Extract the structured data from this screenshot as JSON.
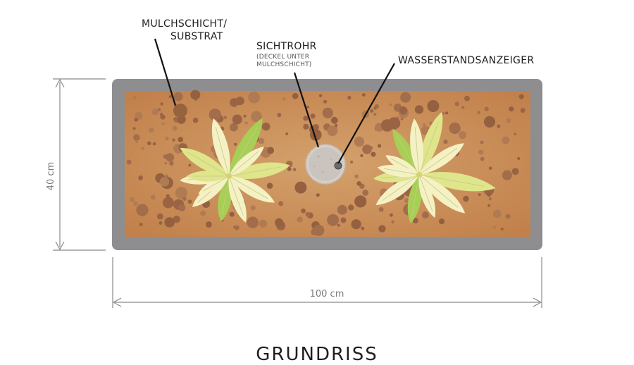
{
  "labels": {
    "mulch_line1": "MULCHSCHICHT/",
    "mulch_line2": "SUBSTRAT",
    "sichtrohr": "SICHTROHR",
    "sichtrohr_note_line1": "(DECKEL UNTER",
    "sichtrohr_note_line2": "MULCHSCHICHT)",
    "wasserstand": "WASSERSTANDSANZEIGER"
  },
  "dimensions": {
    "height_label": "40 cm",
    "width_label": "100 cm"
  },
  "title": "GRUNDRISS",
  "colors": {
    "frame": "#8e8e90",
    "soil": "#c98a55",
    "soil_light": "#d9a46f",
    "pebble": "#a06e4e",
    "leaf_light": "#f4f1c4",
    "leaf_green": "#a8cf55",
    "leaf_yellow": "#dfe58a",
    "tube": "#cfc9c4",
    "dim_line": "#7f7f7f"
  }
}
